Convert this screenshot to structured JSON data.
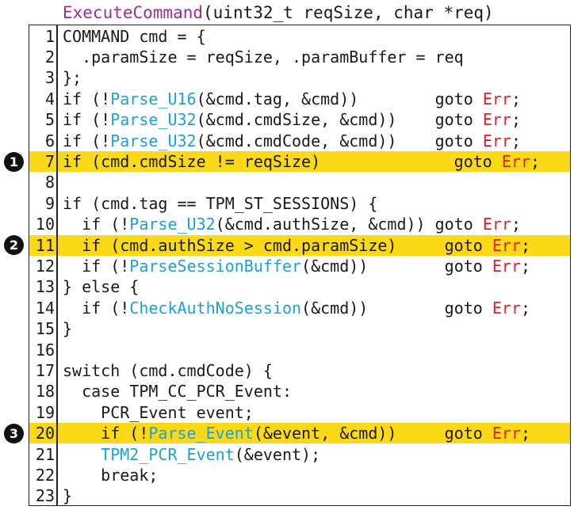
{
  "header": {
    "fn": "ExecuteCommand",
    "sig": "(uint32_t reqSize, char *req)"
  },
  "lines": [
    {
      "n": "1",
      "parts": [
        {
          "t": "COMMAND cmd = {"
        }
      ]
    },
    {
      "n": "2",
      "parts": [
        {
          "t": "  .paramSize = reqSize, .paramBuffer = req"
        }
      ]
    },
    {
      "n": "3",
      "parts": [
        {
          "t": "};"
        }
      ]
    },
    {
      "n": "4",
      "parts": [
        {
          "t": "if (!"
        },
        {
          "t": "Parse_U16",
          "c": "call"
        },
        {
          "t": "(&cmd.tag, &cmd))        goto "
        },
        {
          "t": "Err",
          "c": "err"
        },
        {
          "t": ";"
        }
      ]
    },
    {
      "n": "5",
      "parts": [
        {
          "t": "if (!"
        },
        {
          "t": "Parse_U32",
          "c": "call"
        },
        {
          "t": "(&cmd.cmdSize, &cmd))    goto "
        },
        {
          "t": "Err",
          "c": "err"
        },
        {
          "t": ";"
        }
      ]
    },
    {
      "n": "6",
      "parts": [
        {
          "t": "if (!"
        },
        {
          "t": "Parse_U32",
          "c": "call"
        },
        {
          "t": "(&cmd.cmdCode, &cmd))    goto "
        },
        {
          "t": "Err",
          "c": "err"
        },
        {
          "t": ";"
        }
      ]
    },
    {
      "n": "7",
      "hl": true,
      "marker": "1",
      "parts": [
        {
          "t": "if (cmd.cmdSize != reqSize)              goto "
        },
        {
          "t": "Err",
          "c": "err"
        },
        {
          "t": ";"
        }
      ]
    },
    {
      "n": "8",
      "parts": [
        {
          "t": ""
        }
      ]
    },
    {
      "n": "9",
      "parts": [
        {
          "t": "if (cmd.tag == TPM_ST_SESSIONS) {"
        }
      ]
    },
    {
      "n": "10",
      "parts": [
        {
          "t": "  if (!"
        },
        {
          "t": "Parse_U32",
          "c": "call"
        },
        {
          "t": "(&cmd.authSize, &cmd)) goto "
        },
        {
          "t": "Err",
          "c": "err"
        },
        {
          "t": ";"
        }
      ]
    },
    {
      "n": "11",
      "hl": true,
      "marker": "2",
      "parts": [
        {
          "t": "  if (cmd.authSize > cmd.paramSize)     goto "
        },
        {
          "t": "Err",
          "c": "err"
        },
        {
          "t": ";"
        }
      ]
    },
    {
      "n": "12",
      "parts": [
        {
          "t": "  if (!"
        },
        {
          "t": "ParseSessionBuffer",
          "c": "call"
        },
        {
          "t": "(&cmd))        goto "
        },
        {
          "t": "Err",
          "c": "err"
        },
        {
          "t": ";"
        }
      ]
    },
    {
      "n": "13",
      "parts": [
        {
          "t": "} else {"
        }
      ]
    },
    {
      "n": "14",
      "parts": [
        {
          "t": "  if (!"
        },
        {
          "t": "CheckAuthNoSession",
          "c": "call"
        },
        {
          "t": "(&cmd))        goto "
        },
        {
          "t": "Err",
          "c": "err"
        },
        {
          "t": ";"
        }
      ]
    },
    {
      "n": "15",
      "parts": [
        {
          "t": "}"
        }
      ]
    },
    {
      "n": "16",
      "parts": [
        {
          "t": ""
        }
      ]
    },
    {
      "n": "17",
      "parts": [
        {
          "t": "switch (cmd.cmdCode) {"
        }
      ]
    },
    {
      "n": "18",
      "parts": [
        {
          "t": "  case TPM_CC_PCR_Event:"
        }
      ]
    },
    {
      "n": "19",
      "parts": [
        {
          "t": "    PCR_Event event;"
        }
      ]
    },
    {
      "n": "20",
      "hl": true,
      "marker": "3",
      "parts": [
        {
          "t": "    if (!"
        },
        {
          "t": "Parse_Event",
          "c": "call"
        },
        {
          "t": "(&event, &cmd))     goto "
        },
        {
          "t": "Err",
          "c": "err"
        },
        {
          "t": ";"
        }
      ]
    },
    {
      "n": "21",
      "parts": [
        {
          "t": "    "
        },
        {
          "t": "TPM2_PCR_Event",
          "c": "call"
        },
        {
          "t": "(&event);"
        }
      ]
    },
    {
      "n": "22",
      "parts": [
        {
          "t": "    break;"
        }
      ]
    },
    {
      "n": "23",
      "parts": [
        {
          "t": "}"
        }
      ]
    }
  ]
}
